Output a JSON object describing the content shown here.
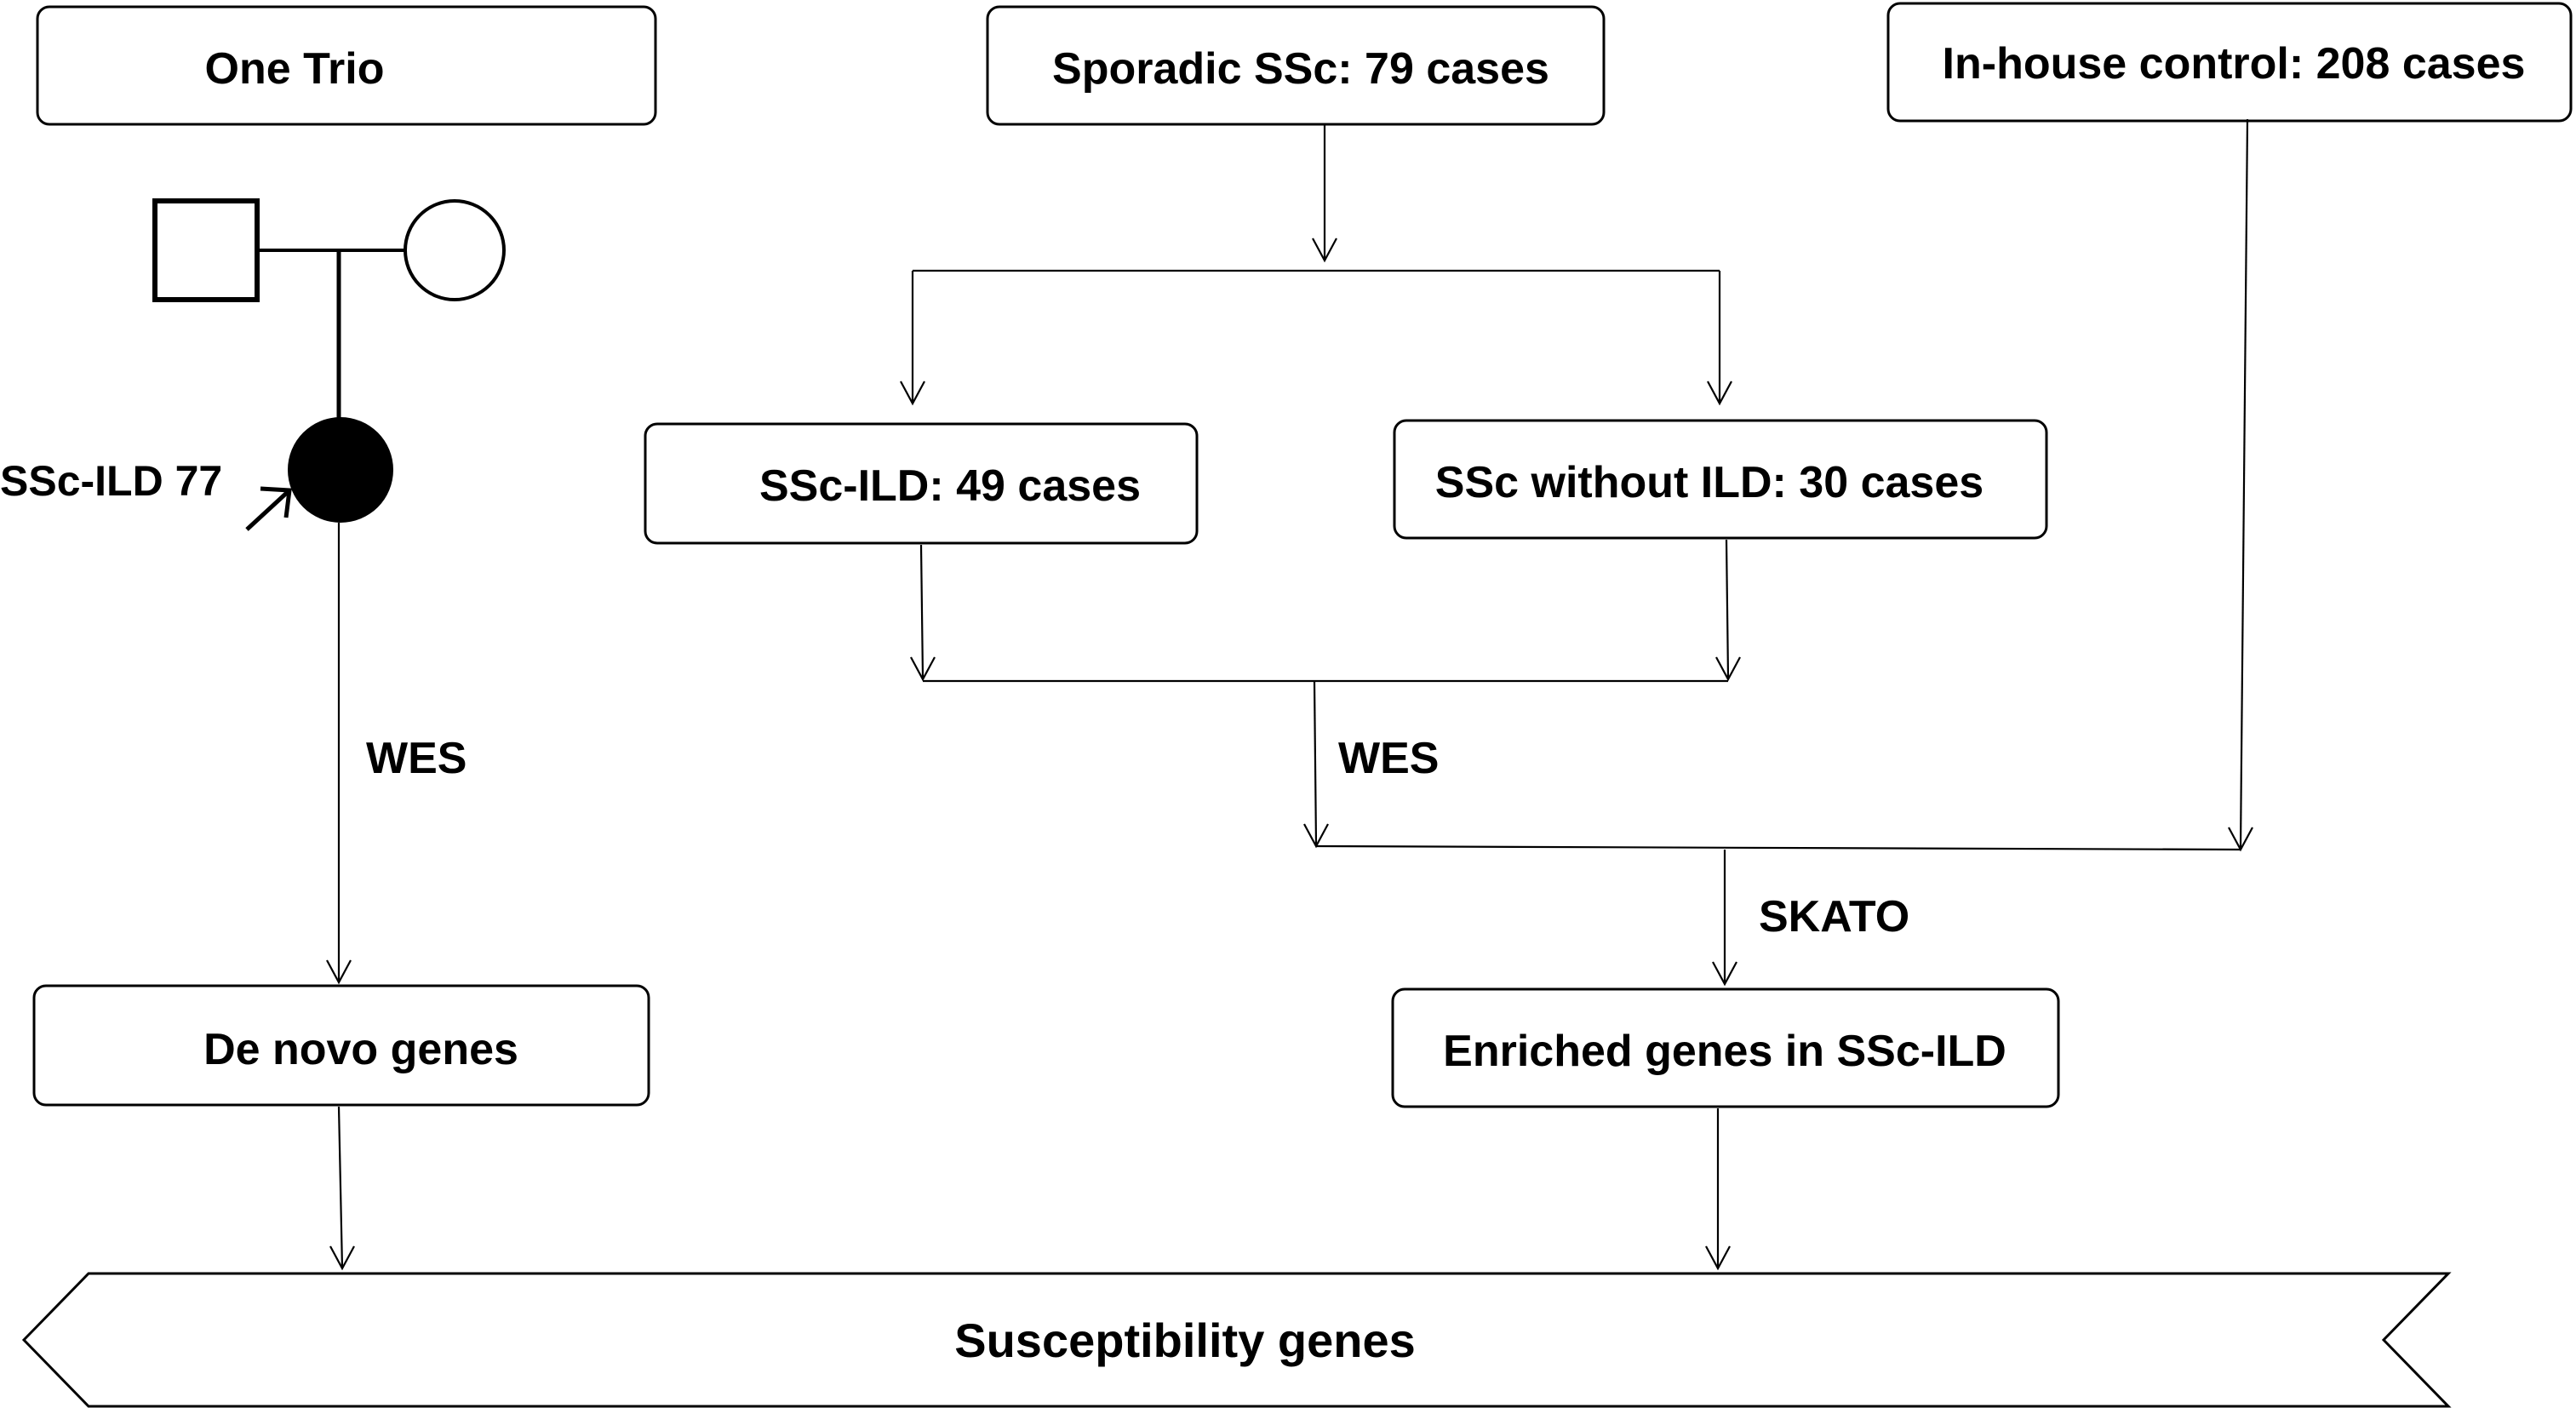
{
  "nodes": {
    "one_trio": "One Trio",
    "sporadic": "Sporadic SSc: 79 cases",
    "control": "In-house control: 208 cases",
    "ssc_ild": "SSc-ILD: 49 cases",
    "ssc_without_ild": "SSc without ILD: 30 cases",
    "de_novo": "De novo genes",
    "enriched": "Enriched genes in SSc-ILD",
    "susceptibility": "Susceptibility genes"
  },
  "pedigree": {
    "proband_label": "SSc-ILD 77",
    "father_symbol": "square",
    "mother_symbol": "circle",
    "proband_symbol": "filled-circle"
  },
  "edges": {
    "wes_left": "WES",
    "wes_center": "WES",
    "skato": "SKATO"
  }
}
